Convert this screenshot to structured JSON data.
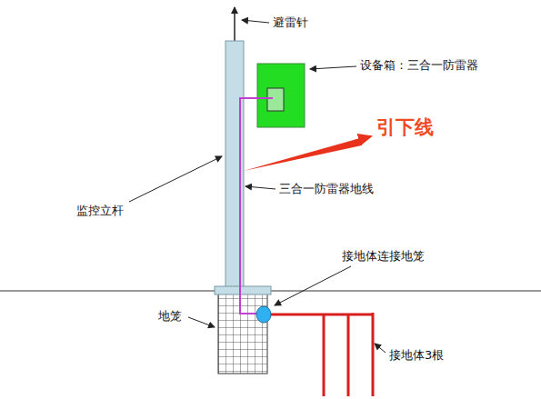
{
  "diagram": {
    "labels": [
      "避雷针",
      "设备箱：三合一防雷器",
      "引下线",
      "三合一防雷器地线",
      "监控立杆",
      "接地体连接地笼",
      "地笼",
      "接地体3根"
    ]
  }
}
